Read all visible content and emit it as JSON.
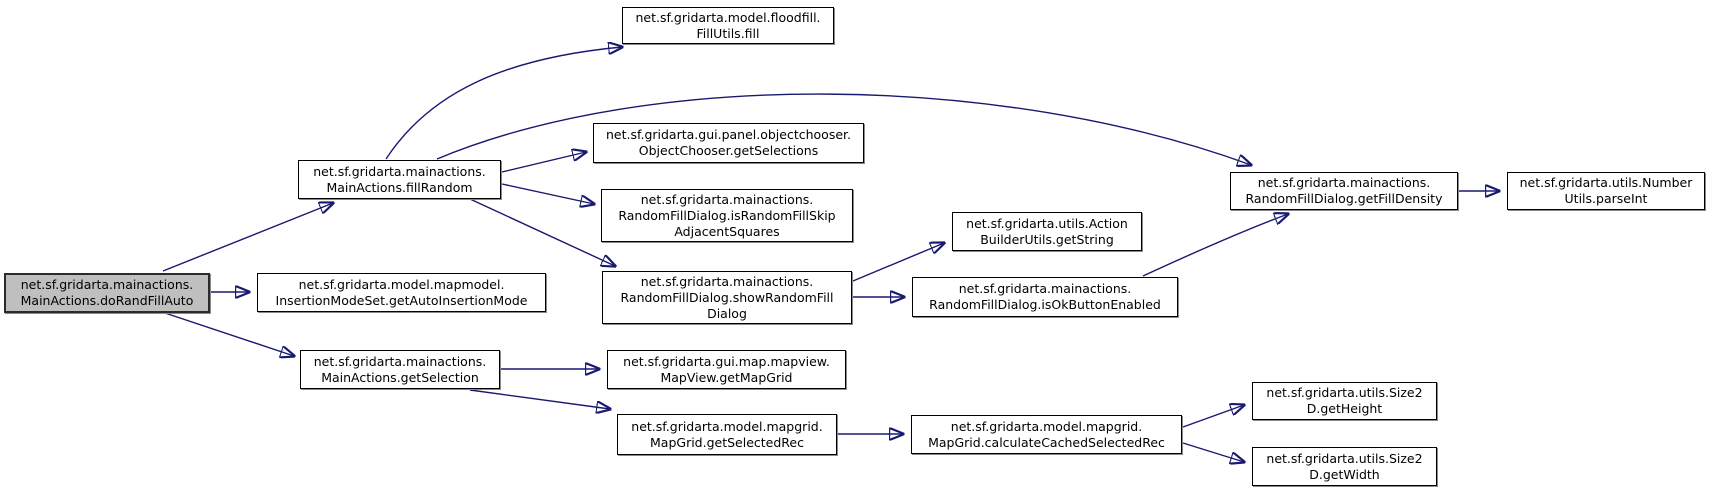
{
  "diagram": {
    "type": "call-graph",
    "background_color": "#ffffff",
    "edge_color": "#191970",
    "node_fill_color": "#ffffff",
    "node_border_color": "#000000",
    "root_node_fill_color": "#bfbfbf",
    "root_node_id": "do-rand-fill-auto",
    "nodes": [
      {
        "id": "do-rand-fill-auto",
        "lines": [
          "net.sf.gridarta.mainactions.",
          "MainActions.doRandFillAuto"
        ],
        "root": true
      },
      {
        "id": "fill-random",
        "lines": [
          "net.sf.gridarta.mainactions.",
          "MainActions.fillRandom"
        ]
      },
      {
        "id": "get-auto-insertion-mode",
        "lines": [
          "net.sf.gridarta.model.mapmodel.",
          "InsertionModeSet.getAutoInsertionMode"
        ]
      },
      {
        "id": "get-selection",
        "lines": [
          "net.sf.gridarta.mainactions.",
          "MainActions.getSelection"
        ]
      },
      {
        "id": "fill-utils-fill",
        "lines": [
          "net.sf.gridarta.model.floodfill.",
          "FillUtils.fill"
        ]
      },
      {
        "id": "get-selections",
        "lines": [
          "net.sf.gridarta.gui.panel.objectchooser.",
          "ObjectChooser.getSelections"
        ]
      },
      {
        "id": "is-random-fill-skip-adjacent-squares",
        "lines": [
          "net.sf.gridarta.mainactions.",
          "RandomFillDialog.isRandomFillSkip",
          "AdjacentSquares"
        ]
      },
      {
        "id": "show-random-fill-dialog",
        "lines": [
          "net.sf.gridarta.mainactions.",
          "RandomFillDialog.showRandomFill",
          "Dialog"
        ]
      },
      {
        "id": "get-string",
        "lines": [
          "net.sf.gridarta.utils.Action",
          "BuilderUtils.getString"
        ]
      },
      {
        "id": "is-ok-button-enabled",
        "lines": [
          "net.sf.gridarta.mainactions.",
          "RandomFillDialog.isOkButtonEnabled"
        ]
      },
      {
        "id": "get-fill-density",
        "lines": [
          "net.sf.gridarta.mainactions.",
          "RandomFillDialog.getFillDensity"
        ]
      },
      {
        "id": "parse-int",
        "lines": [
          "net.sf.gridarta.utils.Number",
          "Utils.parseInt"
        ]
      },
      {
        "id": "get-map-grid",
        "lines": [
          "net.sf.gridarta.gui.map.mapview.",
          "MapView.getMapGrid"
        ]
      },
      {
        "id": "get-selected-rec",
        "lines": [
          "net.sf.gridarta.model.mapgrid.",
          "MapGrid.getSelectedRec"
        ]
      },
      {
        "id": "calculate-cached-selected-rec",
        "lines": [
          "net.sf.gridarta.model.mapgrid.",
          "MapGrid.calculateCachedSelectedRec"
        ]
      },
      {
        "id": "get-height",
        "lines": [
          "net.sf.gridarta.utils.Size2",
          "D.getHeight"
        ]
      },
      {
        "id": "get-width",
        "lines": [
          "net.sf.gridarta.utils.Size2",
          "D.getWidth"
        ]
      }
    ],
    "edges": [
      {
        "from": "do-rand-fill-auto",
        "to": "fill-random"
      },
      {
        "from": "do-rand-fill-auto",
        "to": "get-auto-insertion-mode"
      },
      {
        "from": "do-rand-fill-auto",
        "to": "get-selection"
      },
      {
        "from": "fill-random",
        "to": "fill-utils-fill"
      },
      {
        "from": "fill-random",
        "to": "get-fill-density"
      },
      {
        "from": "fill-random",
        "to": "get-selections"
      },
      {
        "from": "fill-random",
        "to": "is-random-fill-skip-adjacent-squares"
      },
      {
        "from": "fill-random",
        "to": "show-random-fill-dialog"
      },
      {
        "from": "show-random-fill-dialog",
        "to": "get-string"
      },
      {
        "from": "show-random-fill-dialog",
        "to": "is-ok-button-enabled"
      },
      {
        "from": "is-ok-button-enabled",
        "to": "get-fill-density"
      },
      {
        "from": "get-fill-density",
        "to": "parse-int"
      },
      {
        "from": "get-selection",
        "to": "get-map-grid"
      },
      {
        "from": "get-selection",
        "to": "get-selected-rec"
      },
      {
        "from": "get-selected-rec",
        "to": "calculate-cached-selected-rec"
      },
      {
        "from": "calculate-cached-selected-rec",
        "to": "get-height"
      },
      {
        "from": "calculate-cached-selected-rec",
        "to": "get-width"
      }
    ]
  }
}
